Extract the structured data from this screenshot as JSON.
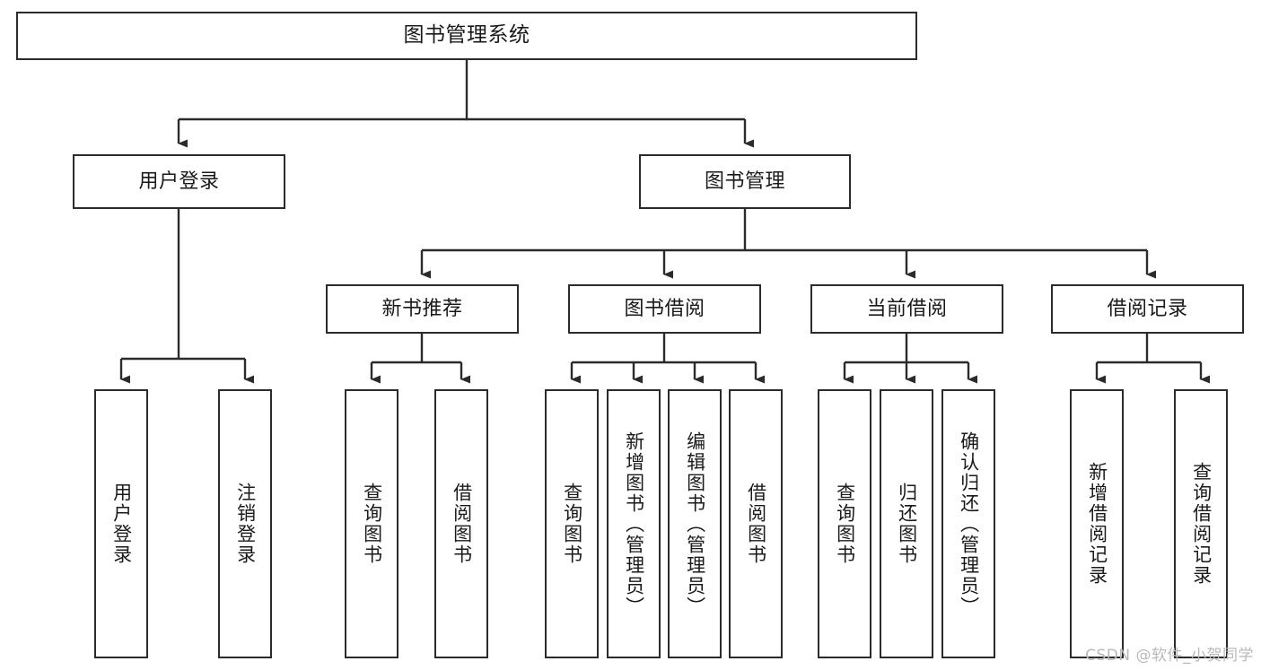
{
  "diagram": {
    "title": "图书管理系统",
    "watermark": "CSDN @软件_小贺同学",
    "colors": {
      "border": "#2b2b2b",
      "background": "#ffffff",
      "text": "#1a1a1a",
      "watermark": "#b9b9b9"
    },
    "levels": {
      "root": {
        "label": "图书管理系统"
      },
      "level2": [
        {
          "label": "用户登录"
        },
        {
          "label": "图书管理"
        }
      ],
      "level3": [
        {
          "label": "新书推荐"
        },
        {
          "label": "图书借阅"
        },
        {
          "label": "当前借阅"
        },
        {
          "label": "借阅记录"
        }
      ],
      "leaves": {
        "user_login": [
          {
            "label": "用户登录"
          },
          {
            "label": "注销登录"
          }
        ],
        "new_book_recommend": [
          {
            "label": "查询图书"
          },
          {
            "label": "借阅图书"
          }
        ],
        "book_borrow": [
          {
            "label": "查询图书"
          },
          {
            "label": "新增图书（管理员）"
          },
          {
            "label": "编辑图书（管理员）"
          },
          {
            "label": "借阅图书"
          }
        ],
        "current_borrow": [
          {
            "label": "查询图书"
          },
          {
            "label": "归还图书"
          },
          {
            "label": "确认归还（管理员）"
          }
        ],
        "borrow_record": [
          {
            "label": "新增借阅记录"
          },
          {
            "label": "查询借阅记录"
          }
        ]
      }
    }
  }
}
